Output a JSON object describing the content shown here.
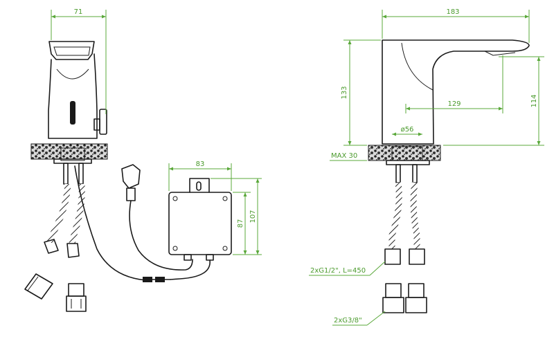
{
  "colors": {
    "dimension": "#5aa83a",
    "drawing": "#1a1a1a",
    "background": "#ffffff"
  },
  "dimensions": {
    "front_width": "71",
    "box_width": "83",
    "box_height_body": "87",
    "box_height_total": "107",
    "side_length": "183",
    "side_height": "133",
    "outlet_height": "114",
    "outlet_reach": "129",
    "base_diameter": "ø56"
  },
  "labels": {
    "max_thickness": "MAX 30",
    "hoses": "2xG1/2\", L=450",
    "adapters": "2xG3/8\""
  }
}
